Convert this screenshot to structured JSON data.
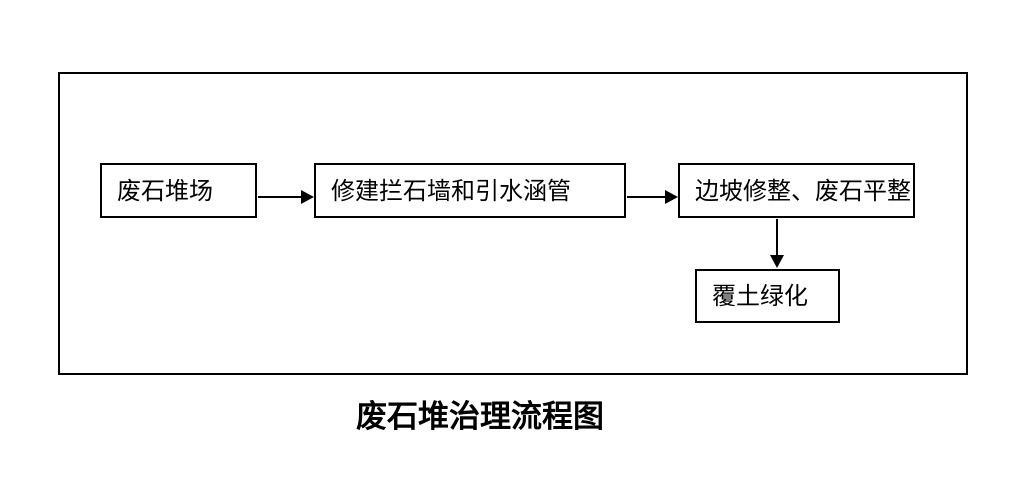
{
  "diagram": {
    "title": "废石堆治理流程图",
    "nodes": [
      {
        "id": "waste-rock-yard",
        "label": "废石堆场"
      },
      {
        "id": "build-wall-culvert",
        "label": "修建拦石墙和引水涵管"
      },
      {
        "id": "slope-trim-leveling",
        "label": "边坡修整、废石平整"
      },
      {
        "id": "soil-cover-greening",
        "label": "覆土绿化"
      }
    ],
    "edges": [
      {
        "from": "废石堆场",
        "to": "修建拦石墙和引水涵管",
        "direction": "right"
      },
      {
        "from": "修建拦石墙和引水涵管",
        "to": "边坡修整、废石平整",
        "direction": "right"
      },
      {
        "from": "边坡修整、废石平整",
        "to": "覆土绿化",
        "direction": "down"
      }
    ],
    "colors": {
      "background": "#ffffff",
      "line": "#000000",
      "text": "#000000"
    }
  }
}
